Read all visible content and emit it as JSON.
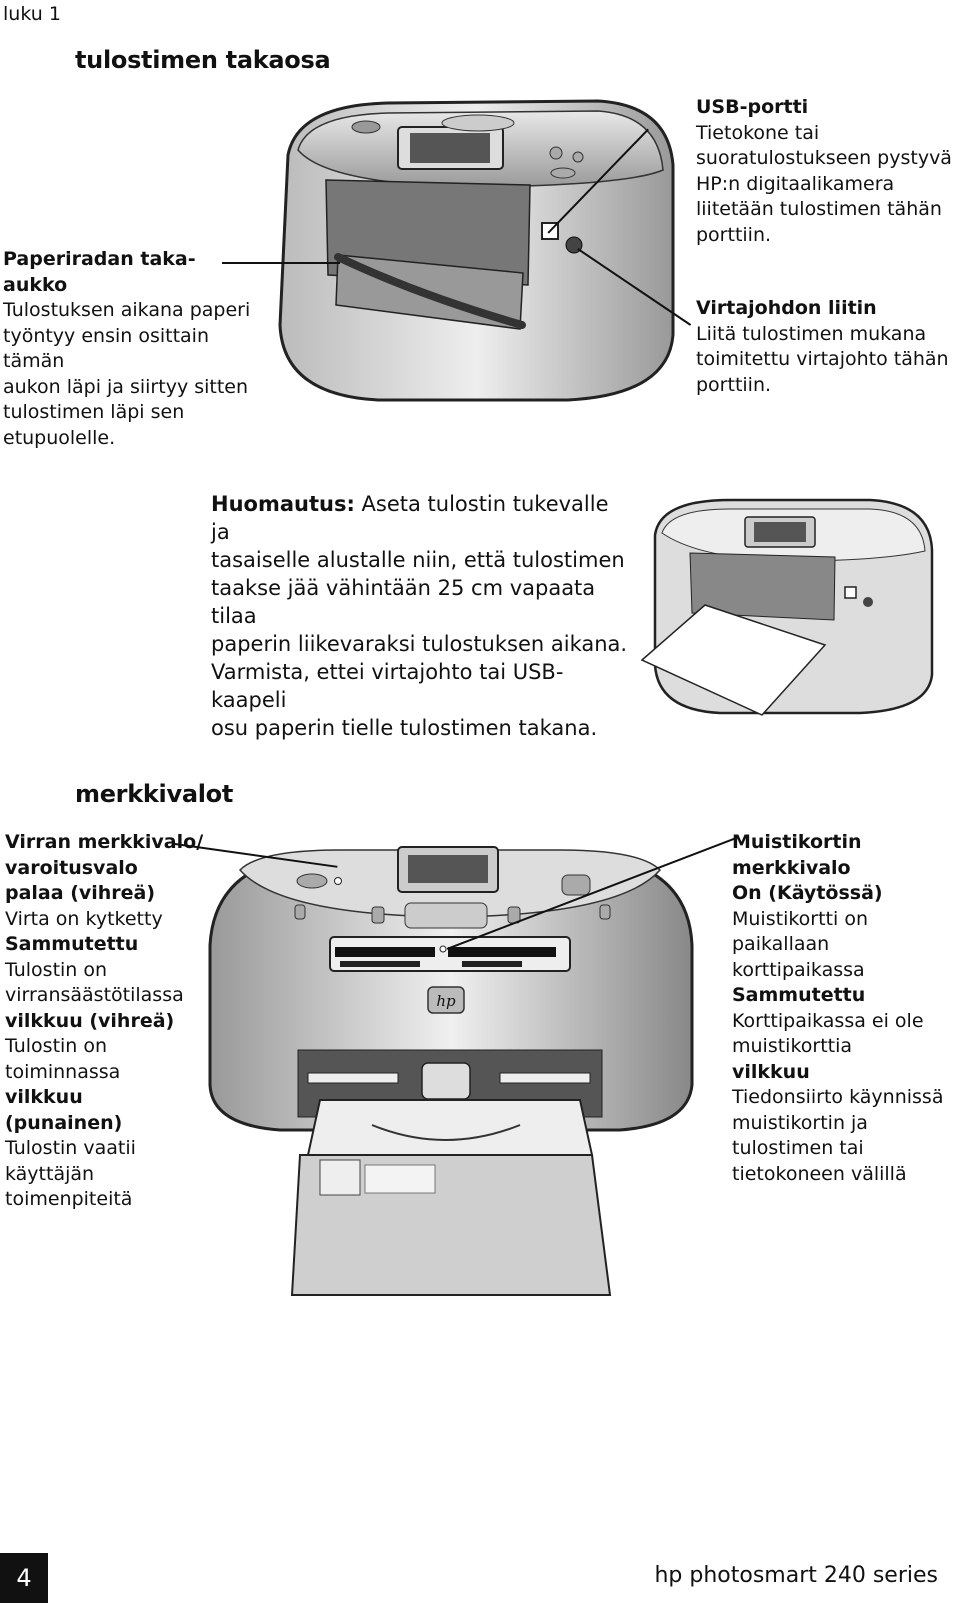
{
  "header": {
    "chapter": "luku 1"
  },
  "rear": {
    "title": "tulostimen takaosa",
    "paper_slot": {
      "heading": "Paperiradan taka-aukko",
      "text": [
        "Tulostuksen aikana paperi",
        "työntyy ensin osittain tämän",
        "aukon läpi ja siirtyy sitten",
        "tulostimen läpi sen",
        "etupuolelle."
      ]
    },
    "usb": {
      "heading": "USB-portti",
      "text": [
        "Tietokone tai",
        "suoratulostukseen pystyvä",
        "HP:n digitaalikamera",
        "liitetään tulostimen tähän",
        "porttiin."
      ]
    },
    "power": {
      "heading": "Virtajohdon liitin",
      "text": [
        "Liitä tulostimen mukana",
        "toimitettu virtajohto tähän",
        "porttiin."
      ]
    }
  },
  "note": {
    "label": "Huomautus:",
    "lines": [
      "Aseta tulostin tukevalle ja",
      "tasaiselle alustalle niin, että tulostimen",
      "taakse jää vähintään 25 cm vapaata tilaa",
      "paperin liikevaraksi tulostuksen aikana.",
      "Varmista, ettei virtajohto tai USB-kaapeli",
      "osu paperin tielle tulostimen takana."
    ]
  },
  "lights": {
    "title": "merkkivalot",
    "left": [
      {
        "text": "Virran merkkivalo/",
        "bold": true
      },
      {
        "text": "varoitusvalo",
        "bold": true
      },
      {
        "text": "palaa (vihreä)",
        "bold": true
      },
      {
        "text": "Virta on kytketty",
        "bold": false
      },
      {
        "text": "Sammutettu",
        "bold": true
      },
      {
        "text": "Tulostin on",
        "bold": false
      },
      {
        "text": "virransäästötilassa",
        "bold": false
      },
      {
        "text": "vilkkuu (vihreä)",
        "bold": true
      },
      {
        "text": "Tulostin on",
        "bold": false
      },
      {
        "text": "toiminnassa",
        "bold": false
      },
      {
        "text": "vilkkuu (punainen)",
        "bold": true
      },
      {
        "text": "Tulostin vaatii",
        "bold": false
      },
      {
        "text": "käyttäjän",
        "bold": false
      },
      {
        "text": "toimenpiteitä",
        "bold": false
      }
    ],
    "right": [
      {
        "text": "Muistikortin",
        "bold": true
      },
      {
        "text": "merkkivalo",
        "bold": true
      },
      {
        "text": "On (Käytössä)",
        "bold": true
      },
      {
        "text": "Muistikortti on",
        "bold": false
      },
      {
        "text": "paikallaan",
        "bold": false
      },
      {
        "text": "korttipaikassa",
        "bold": false
      },
      {
        "text": "Sammutettu",
        "bold": true
      },
      {
        "text": "Korttipaikassa ei ole",
        "bold": false
      },
      {
        "text": "muistikorttia",
        "bold": false
      },
      {
        "text": "vilkkuu",
        "bold": true
      },
      {
        "text": "Tiedonsiirto käynnissä",
        "bold": false
      },
      {
        "text": "muistikortin ja",
        "bold": false
      },
      {
        "text": "tulostimen tai",
        "bold": false
      },
      {
        "text": "tietokoneen välillä",
        "bold": false
      }
    ]
  },
  "printer_logo": "hp",
  "footer": {
    "page": "4",
    "product": "hp photosmart 240 series"
  }
}
